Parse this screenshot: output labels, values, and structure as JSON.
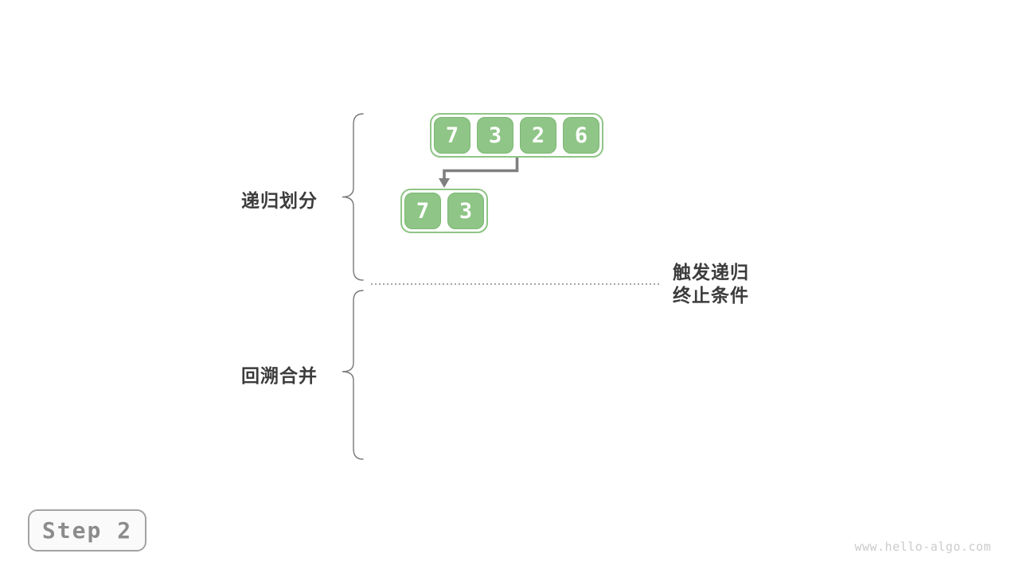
{
  "colors": {
    "green_fill": "#8FC586",
    "green_border": "#7CB774",
    "arrow_gray": "#7F7F7F",
    "brace_gray": "#777777",
    "dotted_line_gray": "#888888",
    "label_text": "#3C3C3C",
    "step_text": "#8C8C8C",
    "step_border": "#A3A3A3",
    "watermark_gray": "#CBCBCB"
  },
  "phase_labels": {
    "divide": "递归划分",
    "merge": "回溯合并"
  },
  "termination_note": {
    "line1": "触发递归",
    "line2": "终止条件"
  },
  "arrays": {
    "top": [
      "7",
      "3",
      "2",
      "6"
    ],
    "bottom": [
      "7",
      "3"
    ]
  },
  "step_badge": {
    "label": "Step 2"
  },
  "watermark": "www.hello-algo.com"
}
